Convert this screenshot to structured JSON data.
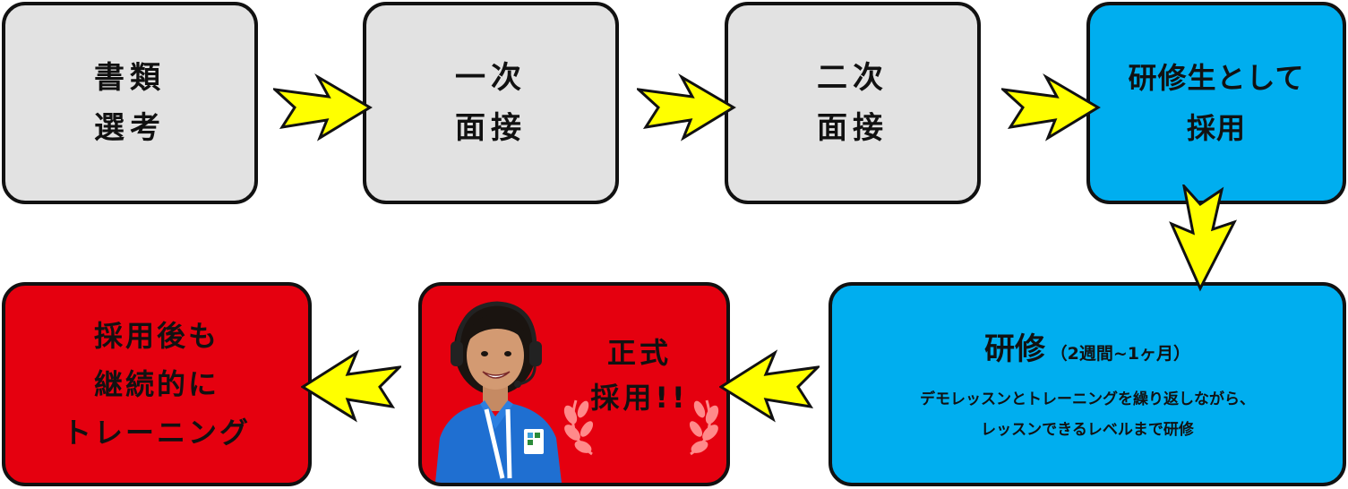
{
  "steps": {
    "s1": {
      "line1": "書類",
      "line2": "選考"
    },
    "s2": {
      "line1": "一次",
      "line2": "面接"
    },
    "s3": {
      "line1": "二次",
      "line2": "面接"
    },
    "s4": {
      "line1": "研修生として",
      "line2": "採用"
    },
    "s5": {
      "title": "研修",
      "period": "（2週間~1ヶ月）",
      "desc1": "デモレッスンとトレーニングを繰り返しながら、",
      "desc2": "レッスンできるレベルまで研修"
    },
    "s6": {
      "line1": "正式",
      "line2": "採用!!"
    },
    "s7": {
      "line1": "採用後も",
      "line2": "継続的に",
      "line3": "トレーニング"
    }
  },
  "colors": {
    "gray": "#e2e2e2",
    "blue": "#00aeef",
    "red": "#e5000f",
    "arrow": "#ffff00",
    "border": "#111111"
  }
}
